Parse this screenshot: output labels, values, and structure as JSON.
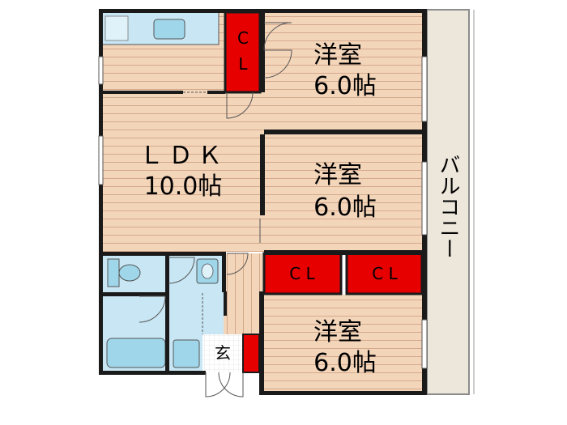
{
  "rooms": {
    "western_top": {
      "name": "洋室",
      "size": "6.0帖"
    },
    "western_mid": {
      "name": "洋室",
      "size": "6.0帖"
    },
    "western_bottom": {
      "name": "洋室",
      "size": "6.0帖"
    },
    "ldk": {
      "name": "ＬＤＫ",
      "size": "10.0帖"
    }
  },
  "closets": {
    "top": {
      "line1": "C",
      "line2": "L"
    },
    "middle_left": "C L",
    "middle_right": "C L"
  },
  "entrance": {
    "label": "玄"
  },
  "balcony": {
    "label": "バルコニー"
  },
  "colors": {
    "wall": "#1a1a1a",
    "floor_wood": "#f3d5ba",
    "floor_stripe": "#d4a98c",
    "closet": "#e60000",
    "wet_area": "#c8e6f4",
    "fixture": "#9fd6ea",
    "balcony": "#ece6db",
    "tile": "#ffffff"
  }
}
